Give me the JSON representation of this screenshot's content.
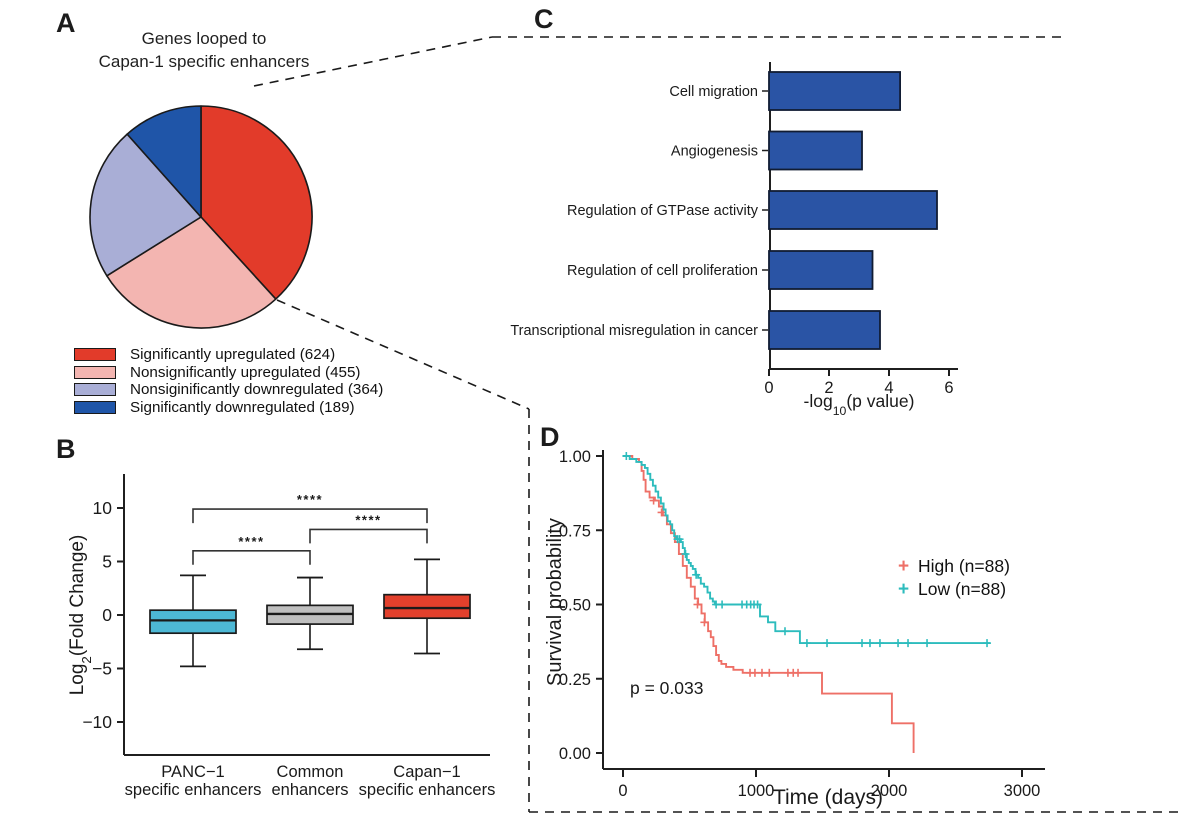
{
  "chart_data": [
    {
      "panel_label": "A",
      "type": "pie",
      "title_line1": "Genes looped to",
      "title_line2": "Capan-1 specific enhancers",
      "direction": "clockwise",
      "start": "12-oclock",
      "outline_color": "#1a1a1a",
      "slices": [
        {
          "label": "Significantly upregulated (624)",
          "value": 624,
          "color": "#e23b2a"
        },
        {
          "label": "Nonsignificantly upregulated (455)",
          "value": 455,
          "color": "#f3b5b1"
        },
        {
          "label": "Nonsiginificantly downregulated (364)",
          "value": 364,
          "color": "#a9aed6"
        },
        {
          "label": "Significantly downregulated (189)",
          "value": 189,
          "color": "#1f55a8"
        }
      ]
    },
    {
      "panel_label": "B",
      "type": "box",
      "ylabel_prefix": "Log",
      "ylabel_sub": "2",
      "ylabel_suffix": "(Fold Change)",
      "ylim": [
        -13.5,
        13
      ],
      "yticks": [
        {
          "v": -10,
          "label": "−10"
        },
        {
          "v": -5,
          "label": "−5"
        },
        {
          "v": 0,
          "label": "0"
        },
        {
          "v": 5,
          "label": "5"
        },
        {
          "v": 10,
          "label": "10"
        }
      ],
      "categories": [
        {
          "line1": "PANC−1",
          "line2": "specific enhancers"
        },
        {
          "line1": "Common",
          "line2": "enhancers"
        },
        {
          "line1": "Capan−1",
          "line2": "specific enhancers"
        }
      ],
      "boxes": [
        {
          "name": "PANC−1 specific enhancers",
          "color": "#4db8d5",
          "whisker_low": -4.8,
          "q1": -1.7,
          "median": -0.5,
          "q3": 0.45,
          "whisker_high": 3.7
        },
        {
          "name": "Common enhancers",
          "color": "#bfbfbf",
          "whisker_low": -3.2,
          "q1": -0.85,
          "median": 0.1,
          "q3": 0.9,
          "whisker_high": 3.5
        },
        {
          "name": "Capan−1 specific enhancers",
          "color": "#e2402c",
          "whisker_low": -3.6,
          "q1": -0.3,
          "median": 0.65,
          "q3": 1.9,
          "whisker_high": 5.2
        }
      ],
      "significance": [
        {
          "from": 0,
          "to": 1,
          "y": 6.0,
          "label": "****"
        },
        {
          "from": 1,
          "to": 2,
          "y": 8.0,
          "label": "****"
        },
        {
          "from": 0,
          "to": 2,
          "y": 9.9,
          "label": "****"
        }
      ]
    },
    {
      "panel_label": "C",
      "type": "bar",
      "orientation": "horizontal",
      "xlabel_prefix": "-log",
      "xlabel_sub": "10",
      "xlabel_suffix": "(p value)",
      "xlim": [
        0,
        6.3
      ],
      "xticks": [
        0,
        2,
        4,
        6
      ],
      "bar_color": "#2a54a5",
      "bar_border": "#111c33",
      "categories": [
        "Cell migration",
        "Angiogenesis",
        "Regulation of GTPase activity",
        "Regulation of cell proliferation",
        "Transcriptional misregulation in cancer"
      ],
      "values": [
        4.37,
        3.1,
        5.6,
        3.45,
        3.7
      ]
    },
    {
      "panel_label": "D",
      "type": "km",
      "xlabel": "Time (days)",
      "ylabel": "Survival probability",
      "p_value_label": "p = 0.033",
      "xlim": [
        0,
        3200
      ],
      "ylim": [
        0,
        1
      ],
      "xticks": [
        0,
        1000,
        2000,
        3000
      ],
      "yticks": [
        {
          "v": 0,
          "label": "0.00"
        },
        {
          "v": 0.25,
          "label": "0.25"
        },
        {
          "v": 0.5,
          "label": "0.50"
        },
        {
          "v": 0.75,
          "label": "0.75"
        },
        {
          "v": 1,
          "label": "1.00"
        }
      ],
      "series": [
        {
          "name": "High (n=88)",
          "color": "#ee7067",
          "steps": [
            [
              0,
              1.0
            ],
            [
              70,
              0.99
            ],
            [
              120,
              0.98
            ],
            [
              140,
              0.95
            ],
            [
              155,
              0.92
            ],
            [
              170,
              0.88
            ],
            [
              200,
              0.86
            ],
            [
              240,
              0.85
            ],
            [
              270,
              0.83
            ],
            [
              300,
              0.8
            ],
            [
              330,
              0.77
            ],
            [
              360,
              0.74
            ],
            [
              390,
              0.71
            ],
            [
              420,
              0.67
            ],
            [
              450,
              0.63
            ],
            [
              480,
              0.59
            ],
            [
              510,
              0.56
            ],
            [
              540,
              0.52
            ],
            [
              565,
              0.5
            ],
            [
              590,
              0.47
            ],
            [
              615,
              0.44
            ],
            [
              640,
              0.41
            ],
            [
              660,
              0.39
            ],
            [
              680,
              0.36
            ],
            [
              700,
              0.33
            ],
            [
              720,
              0.31
            ],
            [
              740,
              0.3
            ],
            [
              775,
              0.29
            ],
            [
              830,
              0.28
            ],
            [
              900,
              0.27
            ],
            [
              1496,
              0.2
            ],
            [
              2022,
              0.1
            ],
            [
              2185,
              0.0
            ]
          ],
          "censors": [
            [
              230,
              0.85
            ],
            [
              290,
              0.81
            ],
            [
              560,
              0.5
            ],
            [
              612,
              0.44
            ],
            [
              955,
              0.27
            ],
            [
              992,
              0.27
            ],
            [
              1045,
              0.27
            ],
            [
              1100,
              0.27
            ],
            [
              1240,
              0.27
            ],
            [
              1280,
              0.27
            ],
            [
              1316,
              0.27
            ]
          ]
        },
        {
          "name": "Low (n=88)",
          "color": "#2dbcbd",
          "steps": [
            [
              0,
              1.0
            ],
            [
              50,
              0.99
            ],
            [
              100,
              0.98
            ],
            [
              140,
              0.97
            ],
            [
              165,
              0.96
            ],
            [
              185,
              0.94
            ],
            [
              205,
              0.92
            ],
            [
              225,
              0.9
            ],
            [
              245,
              0.88
            ],
            [
              265,
              0.86
            ],
            [
              285,
              0.84
            ],
            [
              305,
              0.82
            ],
            [
              320,
              0.8
            ],
            [
              335,
              0.78
            ],
            [
              355,
              0.77
            ],
            [
              370,
              0.75
            ],
            [
              385,
              0.73
            ],
            [
              400,
              0.72
            ],
            [
              435,
              0.71
            ],
            [
              450,
              0.69
            ],
            [
              465,
              0.67
            ],
            [
              480,
              0.65
            ],
            [
              495,
              0.64
            ],
            [
              510,
              0.63
            ],
            [
              525,
              0.62
            ],
            [
              545,
              0.6
            ],
            [
              565,
              0.59
            ],
            [
              585,
              0.57
            ],
            [
              610,
              0.56
            ],
            [
              635,
              0.54
            ],
            [
              655,
              0.52
            ],
            [
              675,
              0.51
            ],
            [
              690,
              0.5
            ],
            [
              1030,
              0.46
            ],
            [
              1090,
              0.44
            ],
            [
              1145,
              0.41
            ],
            [
              1330,
              0.37
            ],
            [
              2760,
              0.37
            ]
          ],
          "censors": [
            [
              25,
              1.0
            ],
            [
              410,
              0.72
            ],
            [
              425,
              0.72
            ],
            [
              470,
              0.67
            ],
            [
              550,
              0.6
            ],
            [
              700,
              0.5
            ],
            [
              745,
              0.5
            ],
            [
              895,
              0.5
            ],
            [
              930,
              0.5
            ],
            [
              960,
              0.5
            ],
            [
              985,
              0.5
            ],
            [
              1012,
              0.5
            ],
            [
              1218,
              0.41
            ],
            [
              1383,
              0.37
            ],
            [
              1534,
              0.37
            ],
            [
              1797,
              0.37
            ],
            [
              1857,
              0.37
            ],
            [
              1932,
              0.37
            ],
            [
              2068,
              0.37
            ],
            [
              2143,
              0.37
            ],
            [
              2286,
              0.37
            ],
            [
              2737,
              0.37
            ]
          ]
        }
      ]
    }
  ]
}
